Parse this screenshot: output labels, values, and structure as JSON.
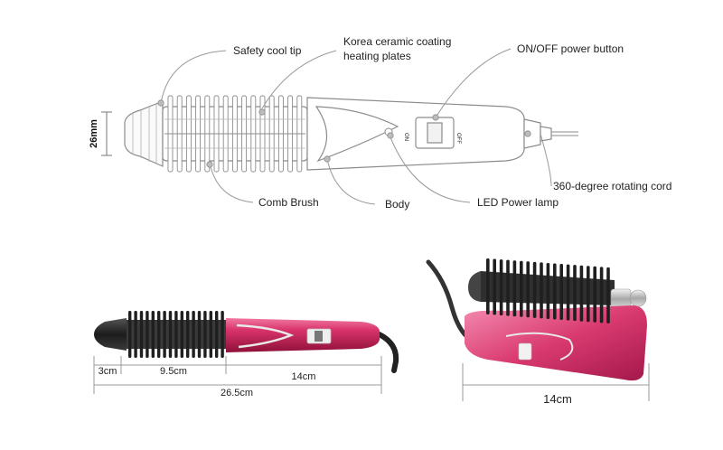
{
  "callouts": {
    "safety_tip": "Safety cool tip",
    "ceramic_line1": "Korea ceramic coating",
    "ceramic_line2": "heating plates",
    "power_button": "ON/OFF power button",
    "rotating_cord": "360-degree rotating cord",
    "comb_brush": "Comb Brush",
    "body": "Body",
    "led_lamp": "LED Power lamp"
  },
  "switch": {
    "on": "ON",
    "off": "OFF"
  },
  "dimensions": {
    "diameter": "26mm",
    "tip_len": "3cm",
    "brush_len": "9.5cm",
    "handle_len": "14cm",
    "total_len": "26.5cm",
    "side_len": "14cm"
  },
  "colors": {
    "line": "#9a9a9a",
    "pink": "#d2285a",
    "pink_dark": "#9e1640",
    "bristle": "#2b2b2b"
  }
}
